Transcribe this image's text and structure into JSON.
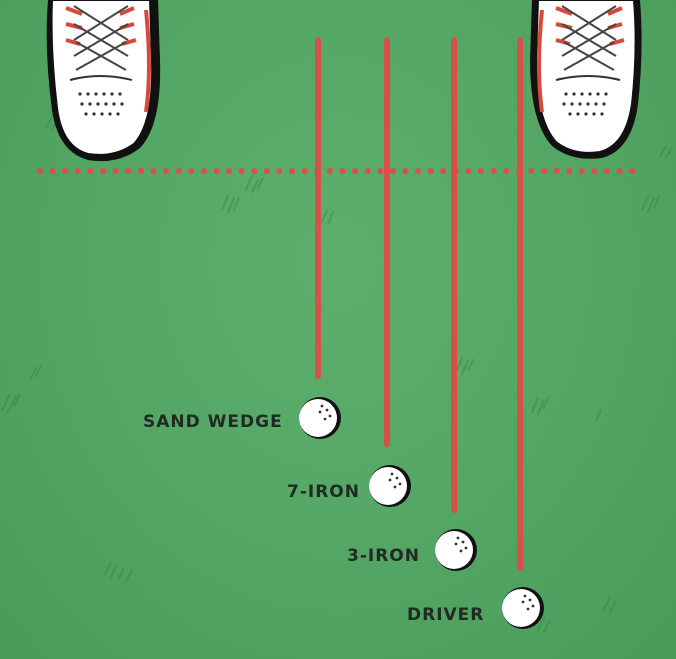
{
  "scene": {
    "colors": {
      "turf": "#55a865",
      "aim_line": "#d9504a",
      "ball": "#ffffff",
      "shoe_accent": "#d64a3c",
      "text": "#222a24"
    },
    "markers": [
      "shoe-left",
      "shoe-right",
      "dotted-stance-line",
      "golf-ball"
    ]
  },
  "clubs": [
    {
      "label": "SAND WEDGE"
    },
    {
      "label": "7-IRON"
    },
    {
      "label": "3-IRON"
    },
    {
      "label": "DRIVER"
    }
  ]
}
